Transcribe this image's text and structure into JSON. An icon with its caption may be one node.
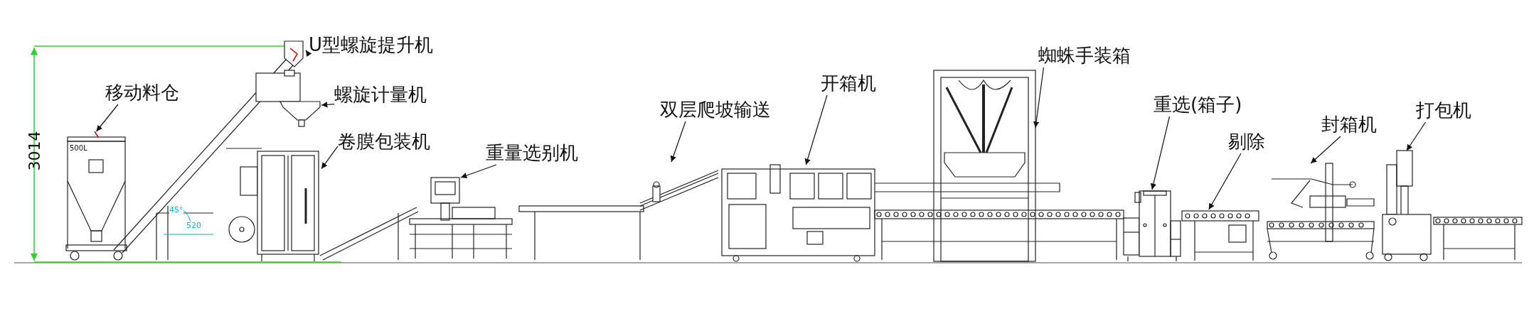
{
  "diagram": {
    "nodes": [
      {
        "text": [
          "U型螺旋提升机"
        ]
      },
      {
        "text": [
          "移动料仓"
        ]
      },
      {
        "text": [
          "螺旋计量机"
        ]
      },
      {
        "text": [
          "卷膜包装机"
        ]
      },
      {
        "text": [
          "重量选别机"
        ]
      },
      {
        "text": [
          "双层爬坡输送"
        ]
      },
      {
        "text": [
          "开箱机"
        ]
      },
      {
        "text": [
          "蜘蛛手装箱"
        ]
      },
      {
        "text": [
          "重选(箱子)"
        ]
      },
      {
        "text": [
          "剔除"
        ]
      },
      {
        "text": [
          "封箱机"
        ]
      },
      {
        "text": [
          "打包机"
        ]
      },
      {
        "text": [],
        "shape": "picture"
      },
      {
        "text": [],
        "shape": "picture"
      },
      {
        "text": [],
        "shape": "picture"
      },
      {
        "text": [],
        "shape": "picture"
      },
      {
        "text": [],
        "shape": "picture"
      },
      {
        "text": [],
        "shape": "picture"
      },
      {
        "text": [],
        "shape": "picture"
      },
      {
        "text": [],
        "shape": "picture"
      },
      {
        "text": [],
        "shape": "picture"
      },
      {
        "text": [],
        "shape": "picture"
      },
      {
        "text": [],
        "shape": "picture"
      },
      {
        "text": [],
        "shape": "picture"
      }
    ],
    "edges": [
      {
        "from": 0,
        "to": 13,
        "arrow": "to"
      },
      {
        "from": 1,
        "to": 12,
        "arrow": "to"
      },
      {
        "from": 2,
        "to": 14,
        "arrow": "to"
      },
      {
        "from": 3,
        "to": 15,
        "arrow": "to"
      },
      {
        "from": 4,
        "to": 16,
        "arrow": "to"
      },
      {
        "from": 5,
        "to": 17,
        "arrow": "to"
      },
      {
        "from": 6,
        "to": 18,
        "arrow": "to"
      },
      {
        "from": 7,
        "to": 19,
        "arrow": "to"
      },
      {
        "from": 8,
        "to": 20,
        "arrow": "to"
      },
      {
        "from": 9,
        "to": 21,
        "arrow": "to"
      },
      {
        "from": 10,
        "to": 22,
        "arrow": "to"
      },
      {
        "from": 11,
        "to": 23,
        "arrow": "to"
      }
    ],
    "labels": [
      "3014",
      "500L",
      "45°",
      "520"
    ]
  }
}
